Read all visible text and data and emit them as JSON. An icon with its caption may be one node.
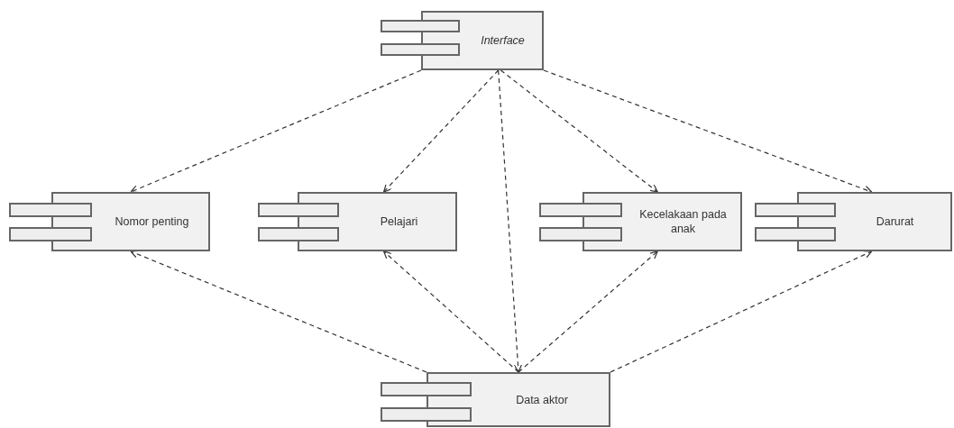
{
  "diagram": {
    "nodes": [
      {
        "text": [
          "Interface"
        ]
      },
      {
        "text": [
          "Nomor penting"
        ]
      },
      {
        "text": [
          "Pelajari"
        ]
      },
      {
        "text": [
          "Kecelakaan pada anak"
        ]
      },
      {
        "text": [
          "Darurat"
        ]
      },
      {
        "text": [
          "Data aktor"
        ]
      }
    ],
    "edges": [
      {
        "from": 0,
        "to": 1,
        "arrow": "to",
        "style": "dashed"
      },
      {
        "from": 0,
        "to": 2,
        "arrow": "to",
        "style": "dashed"
      },
      {
        "from": 0,
        "to": 5,
        "arrow": "to",
        "style": "dashed"
      },
      {
        "from": 0,
        "to": 3,
        "arrow": "to",
        "style": "dashed"
      },
      {
        "from": 0,
        "to": 4,
        "arrow": "to",
        "style": "dashed"
      },
      {
        "from": 5,
        "to": 1,
        "arrow": "to",
        "style": "dashed"
      },
      {
        "from": 5,
        "to": 2,
        "arrow": "to",
        "style": "dashed"
      },
      {
        "from": 5,
        "to": 3,
        "arrow": "to",
        "style": "dashed"
      },
      {
        "from": 5,
        "to": 4,
        "arrow": "to",
        "style": "dashed"
      }
    ]
  }
}
